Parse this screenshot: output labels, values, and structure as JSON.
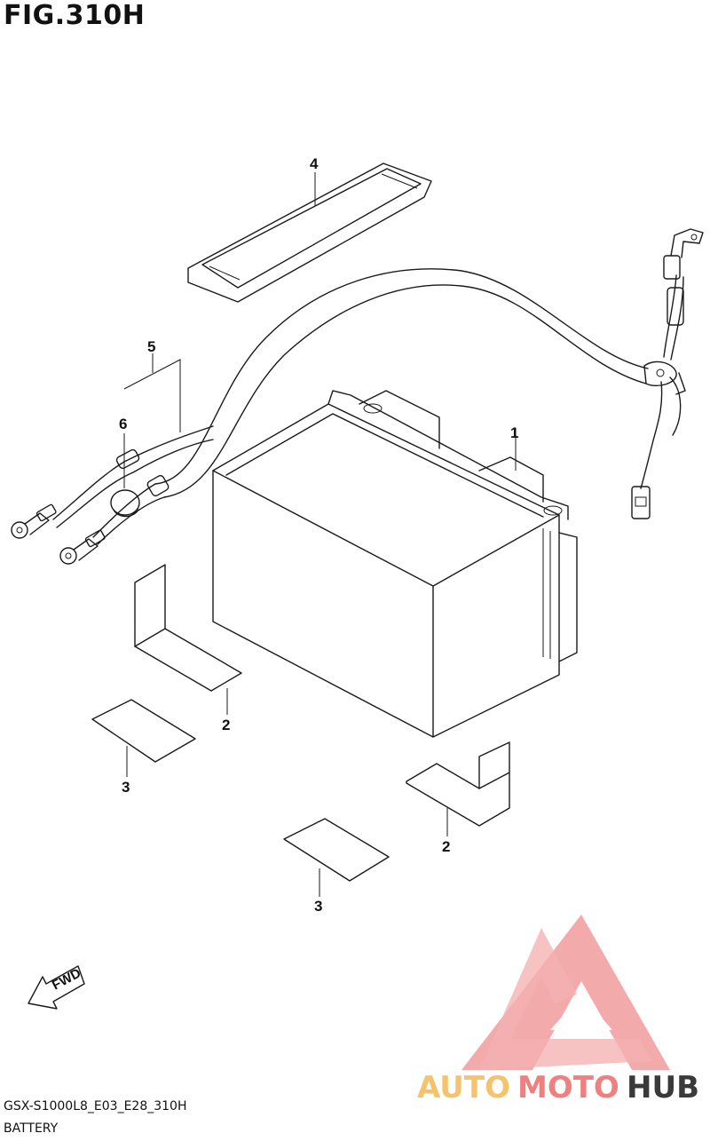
{
  "figure": {
    "title": "FIG.310H",
    "code": "GSX-S1000L8_E03_E28_310H",
    "caption": "BATTERY"
  },
  "callouts": {
    "battery": "1",
    "cushion_left": "2",
    "pad_left": "3",
    "band": "4",
    "harness_group": "5",
    "cap": "6",
    "cushion_right": "2",
    "pad_right": "3"
  },
  "direction_arrow": {
    "label": "FWD"
  },
  "watermark": {
    "word_a": "AUTO",
    "word_b": "MOTO",
    "word_c": "HUB",
    "color_a": "#f5c36b",
    "color_b": "#f08080",
    "color_c": "#3a3a3a"
  }
}
